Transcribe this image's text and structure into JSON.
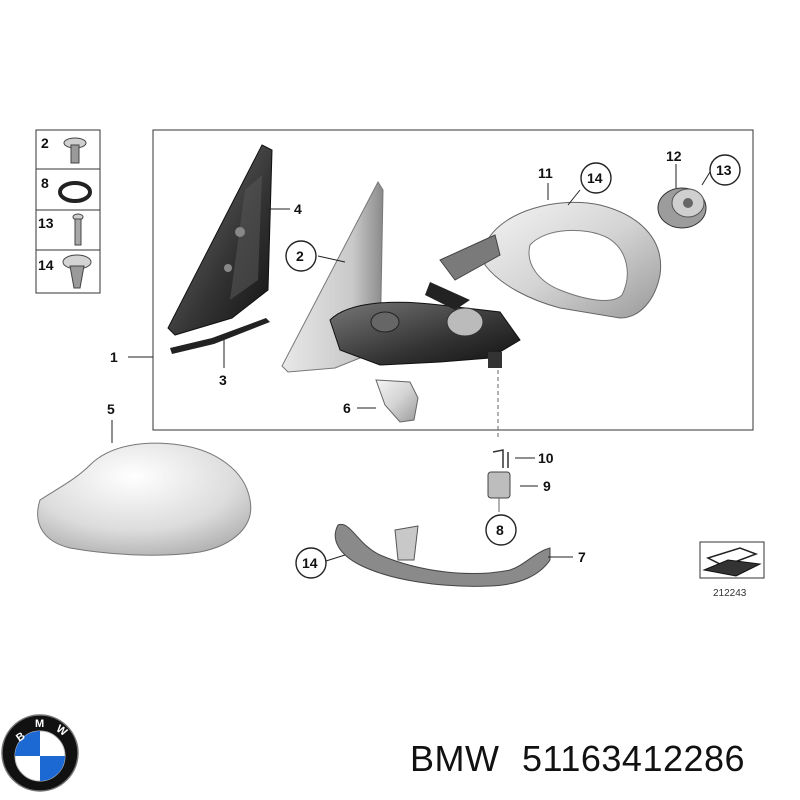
{
  "legend": {
    "items": [
      {
        "number": "2",
        "part": "screw-icon"
      },
      {
        "number": "8",
        "part": "ring-seal-icon"
      },
      {
        "number": "13",
        "part": "pin-screw-icon"
      },
      {
        "number": "14",
        "part": "flange-screw-icon"
      }
    ]
  },
  "callouts": {
    "c1": "1",
    "c2": "2",
    "c3": "3",
    "c4": "4",
    "c5": "5",
    "c6": "6",
    "c7": "7",
    "c8": "8",
    "c9": "9",
    "c10": "10",
    "c11": "11",
    "c12": "12",
    "c13": "13",
    "c14a": "14",
    "c14b": "14"
  },
  "reference_number": "212243",
  "caption": {
    "brand": "BMW",
    "part_number": "51163412286"
  },
  "logo": {
    "text": "BMW",
    "colors": {
      "blue": "#1c69d4",
      "white": "#ffffff",
      "ring": "#111111"
    }
  }
}
